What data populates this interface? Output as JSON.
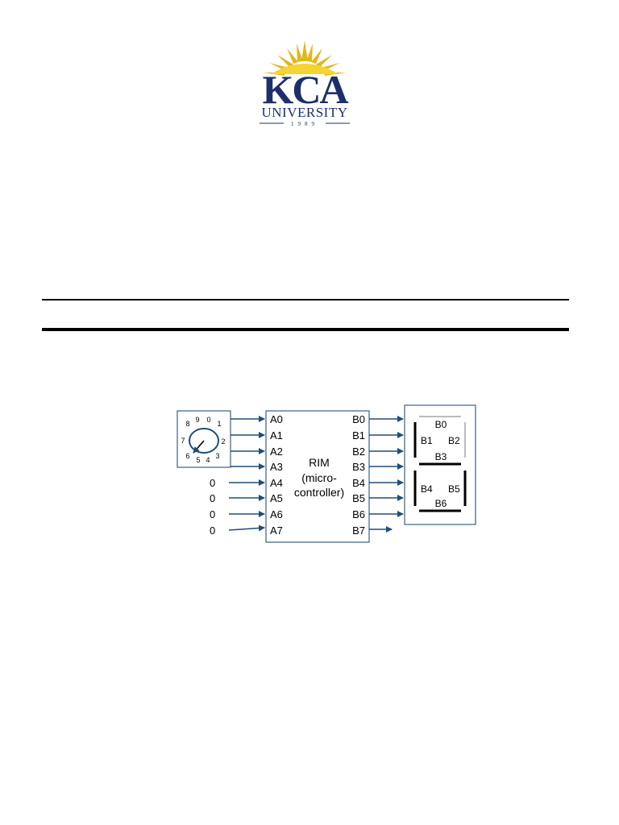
{
  "logo": {
    "letters": "KCA",
    "name": "UNIVERSITY",
    "year": "1989",
    "colors": {
      "navy": "#1d2f6b",
      "gold": "#e3b71c",
      "yellow": "#f3d431"
    }
  },
  "diagram": {
    "dial": {
      "numbers": [
        "8",
        "9",
        "0",
        "1",
        "2",
        "3",
        "4",
        "5",
        "6",
        "7"
      ]
    },
    "inputs": {
      "pins": [
        "A0",
        "A1",
        "A2",
        "A3",
        "A4",
        "A5",
        "A6",
        "A7"
      ],
      "fixed_values": [
        "0",
        "0",
        "0",
        "0"
      ]
    },
    "chip": {
      "line1": "RIM",
      "line2": "(micro-",
      "line3": "controller)"
    },
    "outputs": {
      "pins": [
        "B0",
        "B1",
        "B2",
        "B3",
        "B4",
        "B5",
        "B6",
        "B7"
      ]
    },
    "display": {
      "segments": [
        "B0",
        "B1",
        "B2",
        "B3",
        "B4",
        "B5",
        "B6"
      ],
      "lit_segments": [
        "B1",
        "B3",
        "B4",
        "B5",
        "B6"
      ]
    },
    "colors": {
      "wire": "#1f4e79",
      "box_border": "#3b5f82",
      "lit": "#000000",
      "unlit": "#bbbbbb"
    }
  }
}
